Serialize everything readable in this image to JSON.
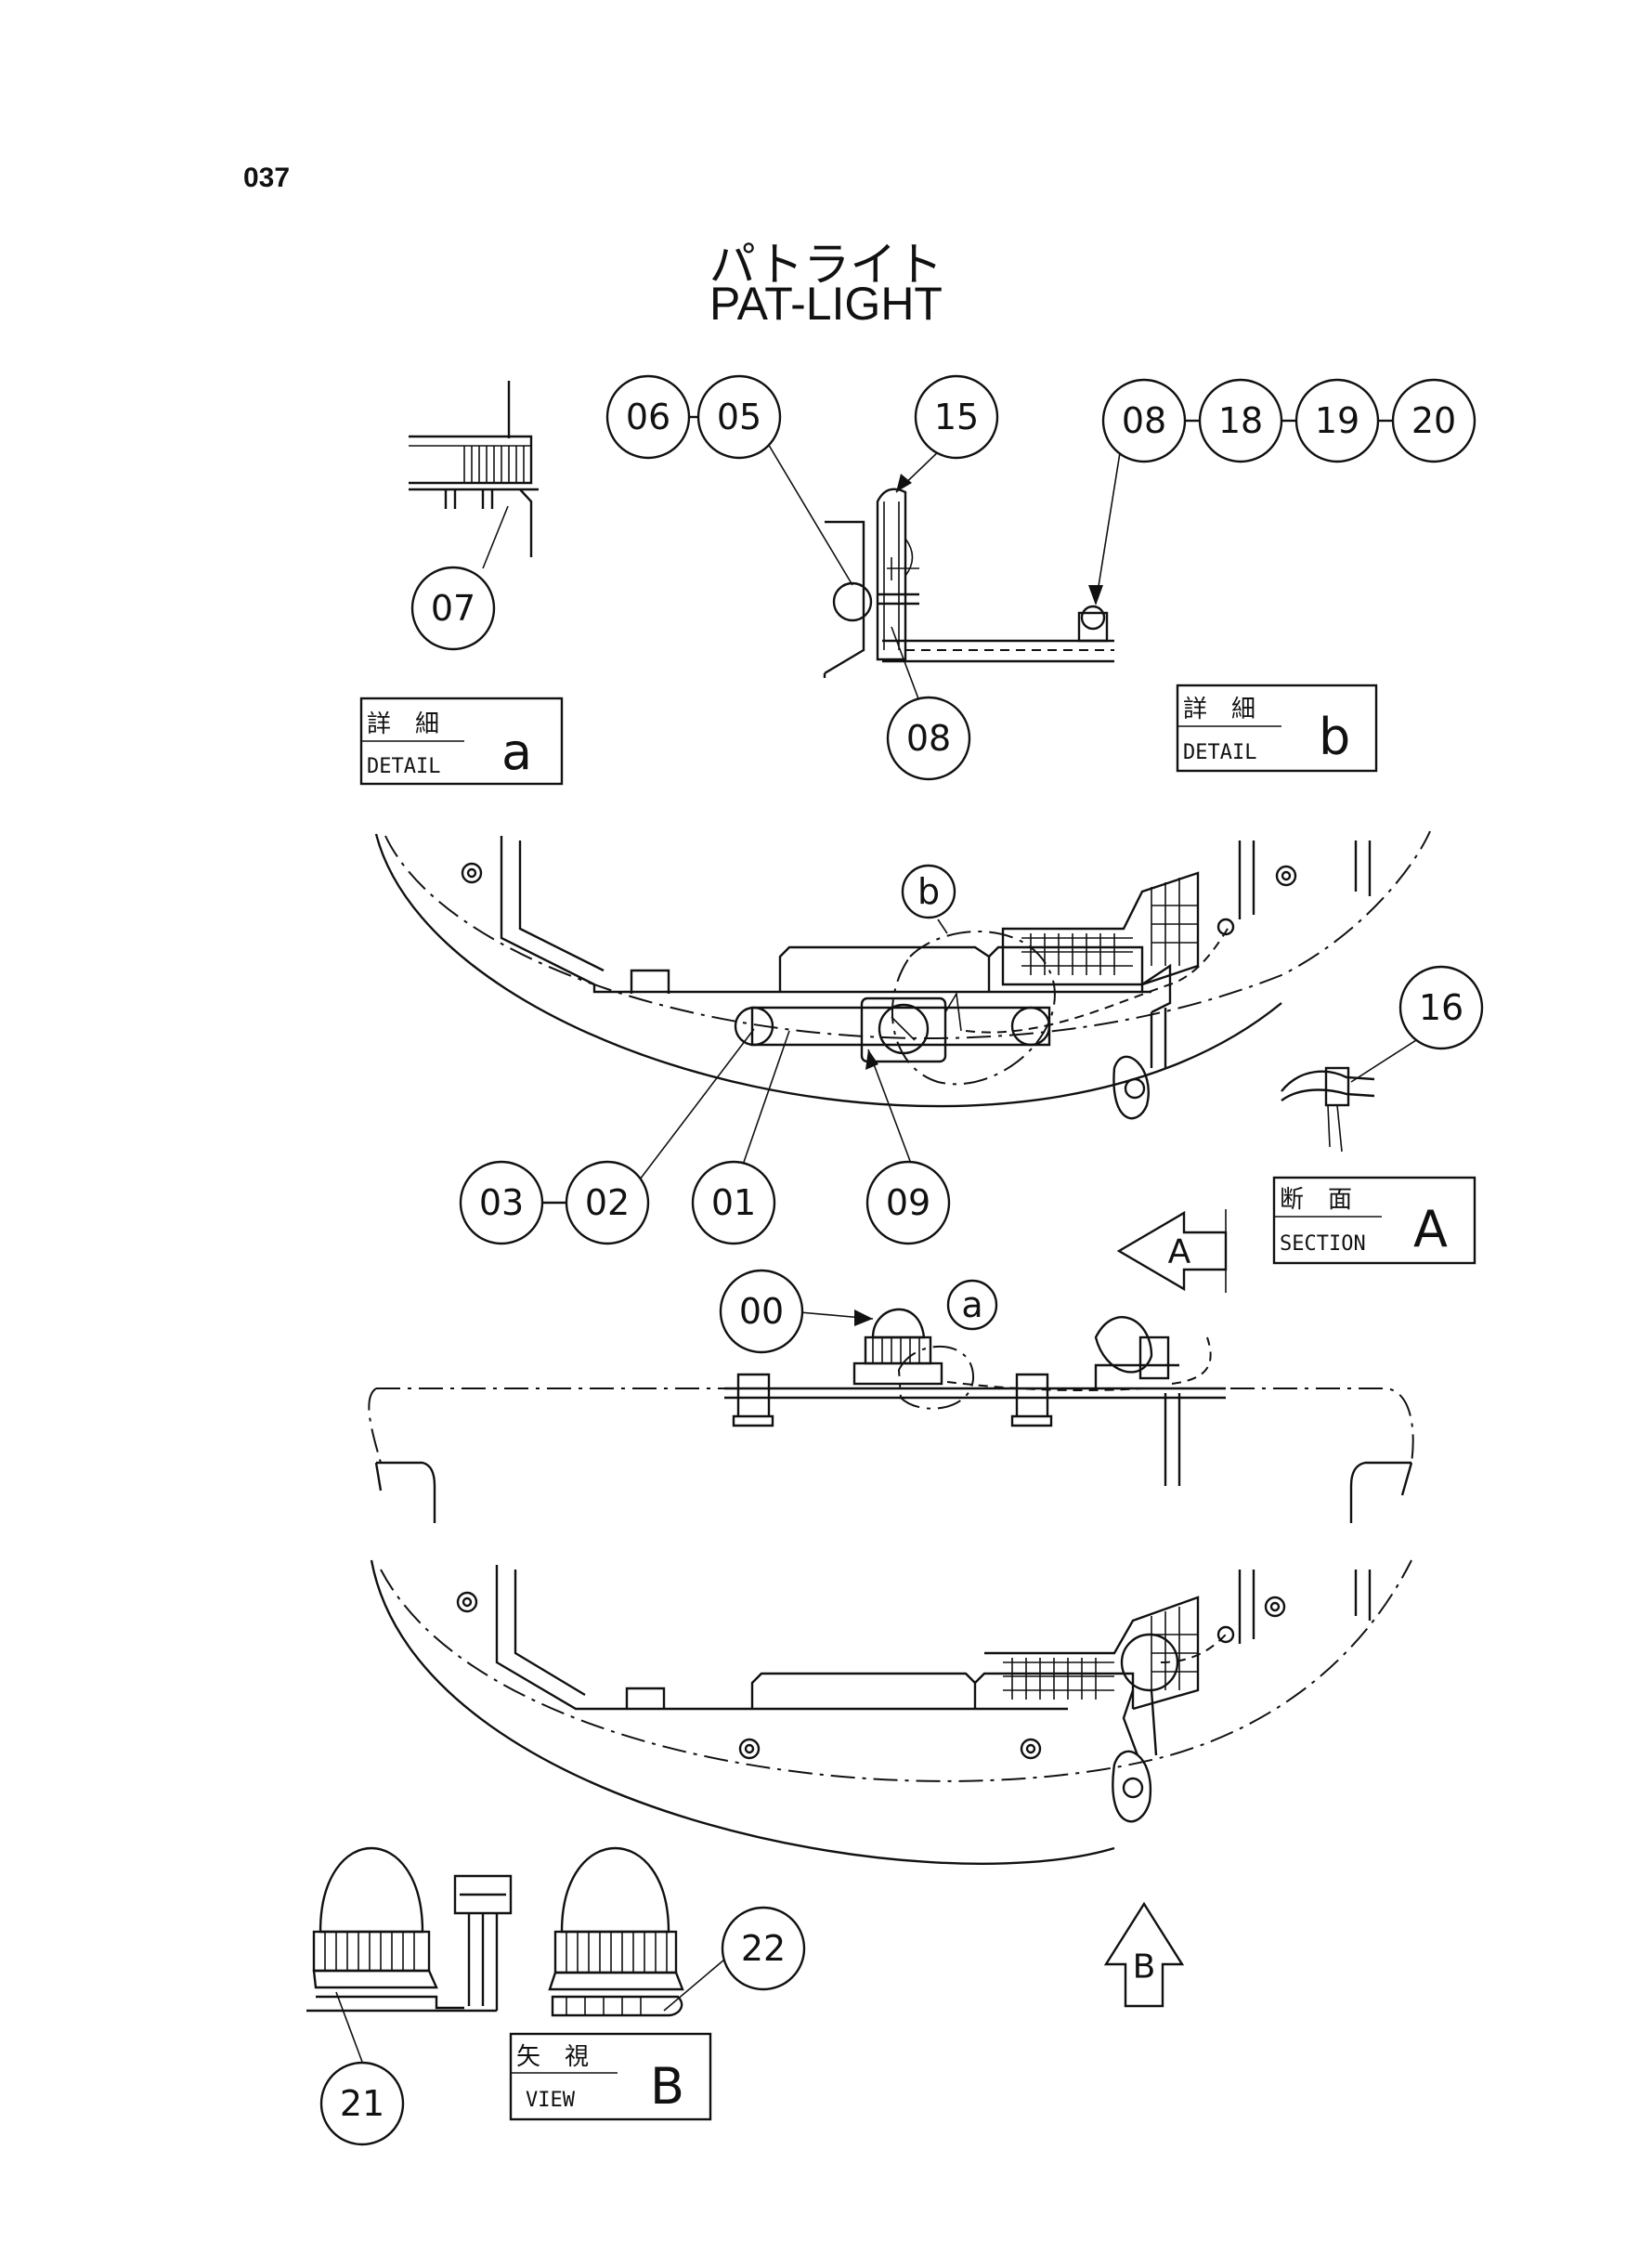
{
  "page_number": "037",
  "title": {
    "jp": "パトライト",
    "en": "PAT-LIGHT"
  },
  "callouts": {
    "c00": "00",
    "c01": "01",
    "c02": "02",
    "c03": "03",
    "c05": "05",
    "c06": "06",
    "c07": "07",
    "c08a": "08",
    "c08b": "08",
    "c09": "09",
    "c15": "15",
    "c16": "16",
    "c18": "18",
    "c19": "19",
    "c20": "20",
    "c21": "21",
    "c22": "22"
  },
  "view_markers": {
    "a": "a",
    "b": "b"
  },
  "detail_a": {
    "jp": "詳　細",
    "en": "DETAIL",
    "letter": "a"
  },
  "detail_b": {
    "jp": "詳　細",
    "en": "DETAIL",
    "letter": "b"
  },
  "section_a": {
    "jp": "断　面",
    "en": "SECTION",
    "letter": "A"
  },
  "view_b": {
    "jp": "矢　視",
    "en": "VIEW",
    "letter": "B"
  },
  "arrows": {
    "A": "A",
    "B": "B"
  }
}
